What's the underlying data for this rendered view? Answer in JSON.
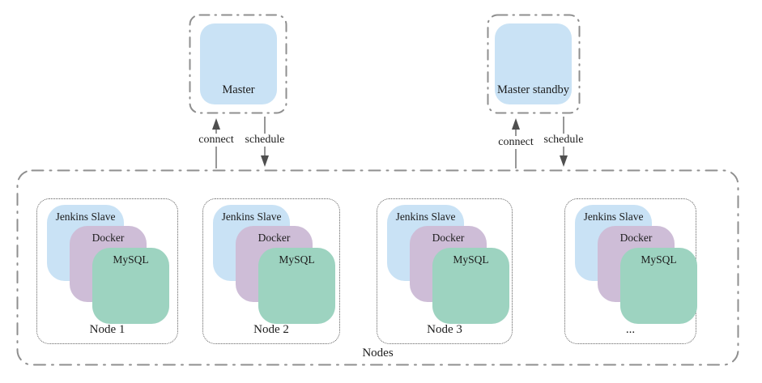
{
  "masters": [
    {
      "label": "Master",
      "connect_label": "connect",
      "schedule_label": "schedule"
    },
    {
      "label": "Master standby",
      "connect_label": "connect",
      "schedule_label": "schedule"
    }
  ],
  "nodes_group": {
    "label": "Nodes"
  },
  "nodes": [
    {
      "label": "Node 1",
      "services": [
        "Jenkins Slave",
        "Docker",
        "MySQL"
      ]
    },
    {
      "label": "Node 2",
      "services": [
        "Jenkins Slave",
        "Docker",
        "MySQL"
      ]
    },
    {
      "label": "Node 3",
      "services": [
        "Jenkins Slave",
        "Docker",
        "MySQL"
      ]
    },
    {
      "label": "...",
      "services": [
        "Jenkins Slave",
        "Docker",
        "MySQL"
      ]
    }
  ],
  "colors": {
    "service_blue": "#c9e2f5",
    "service_purple": "#cebdd7",
    "service_green": "#9dd3c0",
    "dashdot_border_gray": "#8f8f8f",
    "dotted_border_gray": "#5e5e5e",
    "arrow_gray": "#7d7d7d",
    "arrowhead_dark_gray": "#4f4f4f"
  }
}
